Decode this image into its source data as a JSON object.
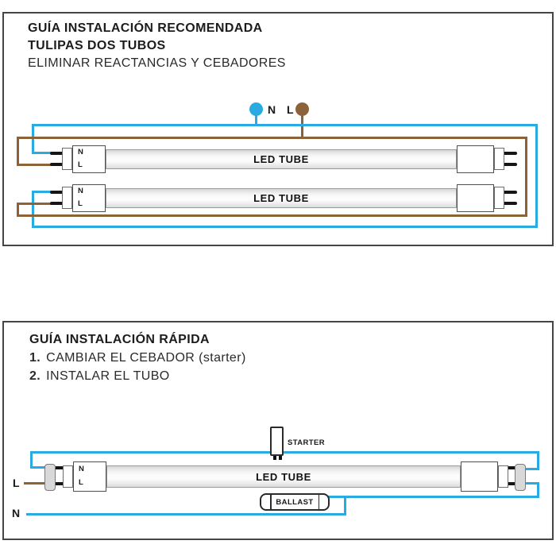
{
  "colors": {
    "neutral_wire": "#29ABE2",
    "live_wire": "#8C6239",
    "panel_border": "#454545",
    "text": "#1c1c1c"
  },
  "panel_recommended": {
    "title_line1": "GUÍA INSTALACIÓN RECOMENDADA",
    "title_line2": "TULIPAS DOS TUBOS",
    "subtitle": "ELIMINAR REACTANCIAS Y CEBADORES",
    "terminals": {
      "neutral_label": "N",
      "live_label": "L"
    },
    "tubes": [
      {
        "label": "LED TUBE",
        "pin_n": "N",
        "pin_l": "L"
      },
      {
        "label": "LED TUBE",
        "pin_n": "N",
        "pin_l": "L"
      }
    ]
  },
  "panel_quick": {
    "title": "GUÍA INSTALACIÓN RÁPIDA",
    "steps": [
      {
        "number": "1.",
        "text": "CAMBIAR EL CEBADOR (starter)"
      },
      {
        "number": "2.",
        "text": "INSTALAR EL TUBO"
      }
    ],
    "starter_label": "STARTER",
    "ballast_label": "BALLAST",
    "wire_labels": {
      "live": "L",
      "neutral": "N"
    },
    "tube": {
      "label": "LED TUBE",
      "pin_n": "N",
      "pin_l": "L"
    }
  }
}
